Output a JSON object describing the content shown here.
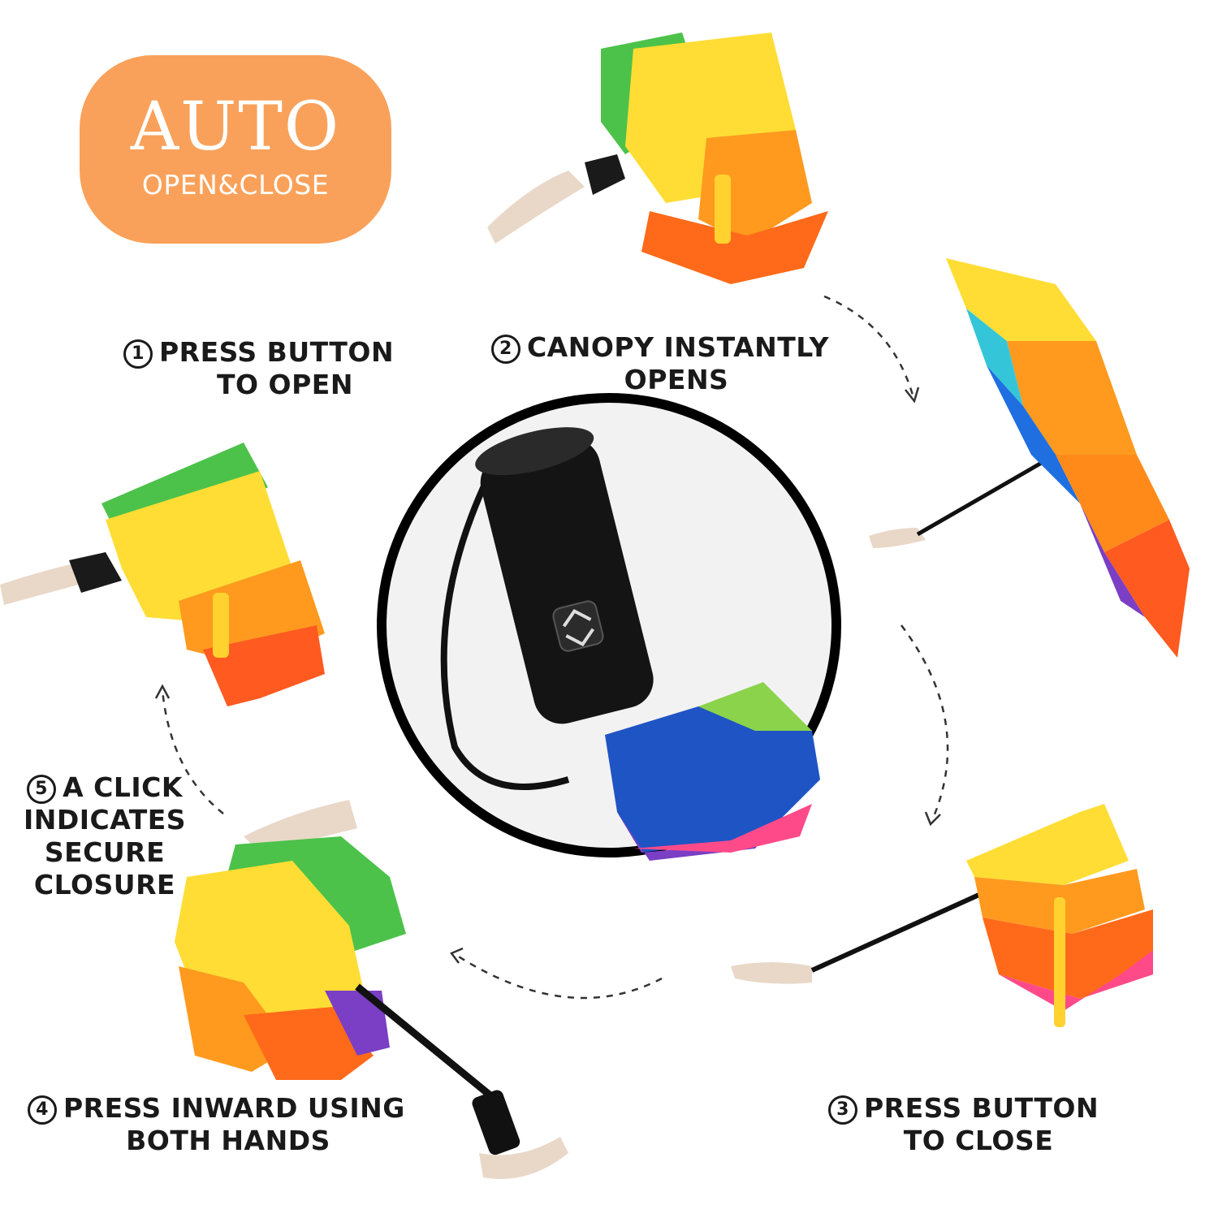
{
  "badge": {
    "title": "AUTO",
    "subtitle": "OPEN&CLOSE"
  },
  "steps": [
    {
      "num": "1",
      "line1": "PRESS BUTTON",
      "line2": "TO OPEN"
    },
    {
      "num": "2",
      "line1": "CANOPY INSTANTLY",
      "line2": "OPENS"
    },
    {
      "num": "3",
      "line1": "PRESS BUTTON",
      "line2": "TO CLOSE"
    },
    {
      "num": "4",
      "line1": "PRESS INWARD USING",
      "line2": "BOTH HANDS"
    },
    {
      "num": "5",
      "line1": "A CLICK",
      "line2": "INDICATES",
      "line3": "SECURE",
      "line4": "CLOSURE"
    }
  ],
  "colors": {
    "badge": "#f9a15a",
    "text": "#1a1a1a",
    "handle": "#111111"
  }
}
